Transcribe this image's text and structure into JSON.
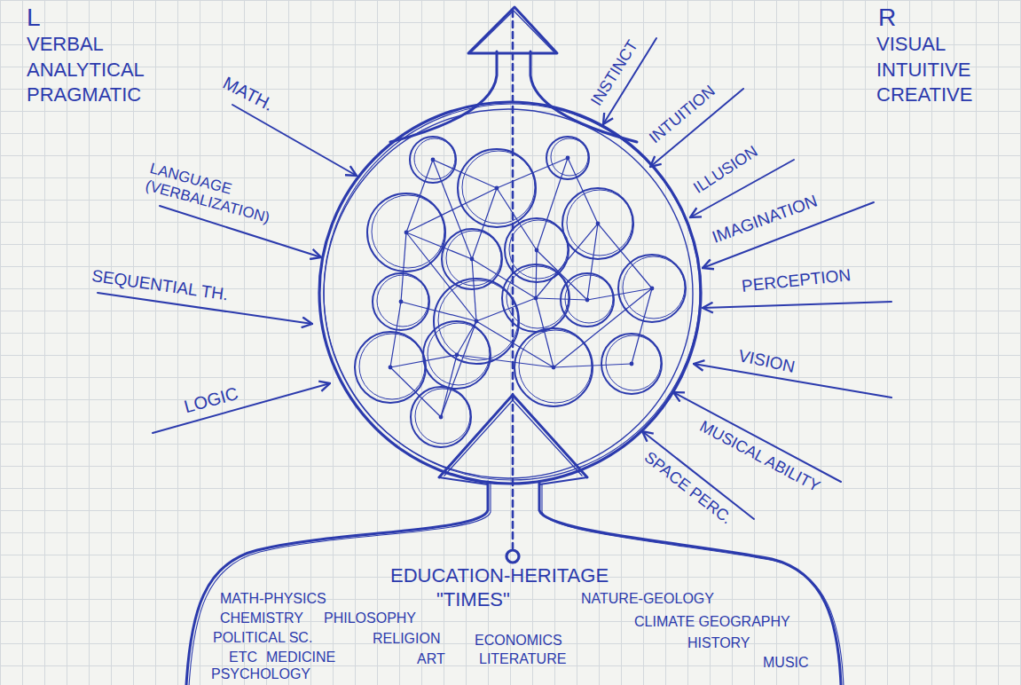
{
  "diagram": {
    "nodes": [
      {
        "text": [
          "EDUCATION-HERITAGE",
          "MATH-PHYSICS",
          "\"TIMES\"",
          "NATURE-GEOLOGY",
          "CHEMISTRY",
          "PHILOSOPHY",
          "CLIMATE GEOGRAPHY",
          "POLITICAL SC.",
          "RELIGION",
          "ECONOMICS",
          "HISTORY",
          "ETC",
          "MEDICINE",
          "ART",
          "LITERATURE",
          "MUSIC",
          "PSYCHOLOGY"
        ]
      }
    ],
    "labels": [
      "L",
      "VERBAL ANALYTICAL PRAGMATIC",
      "MATH.",
      "LANGUAGE (VERBALIZATION)",
      "SEQUENTIAL TH.",
      "LOGIC",
      "R",
      "VISUAL INTUITIVE CREATIVE",
      "INSTINCT",
      "INTUITION",
      "ILLUSION",
      "IMAGINATION",
      "PERCEPTION",
      "VISION",
      "MUSICAL ABILITY",
      "SPACE PERC."
    ]
  }
}
